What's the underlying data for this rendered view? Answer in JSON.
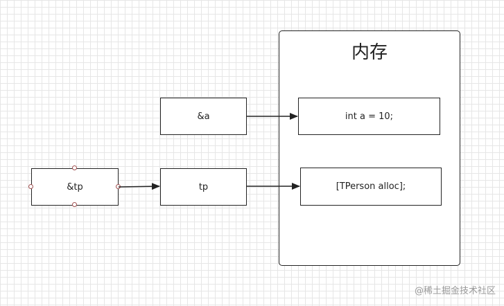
{
  "memory": {
    "title": "内存"
  },
  "nodes": {
    "ref_a": "&a",
    "ref_tp_outer": "&tp",
    "tp": "tp",
    "int_a": "int a = 10;",
    "tperson_alloc": "[TPerson alloc];"
  },
  "watermark": "@稀土掘金技术社区",
  "colors": {
    "stroke": "#222222",
    "grid": "#e6e6e6",
    "handle": "#a05050"
  }
}
